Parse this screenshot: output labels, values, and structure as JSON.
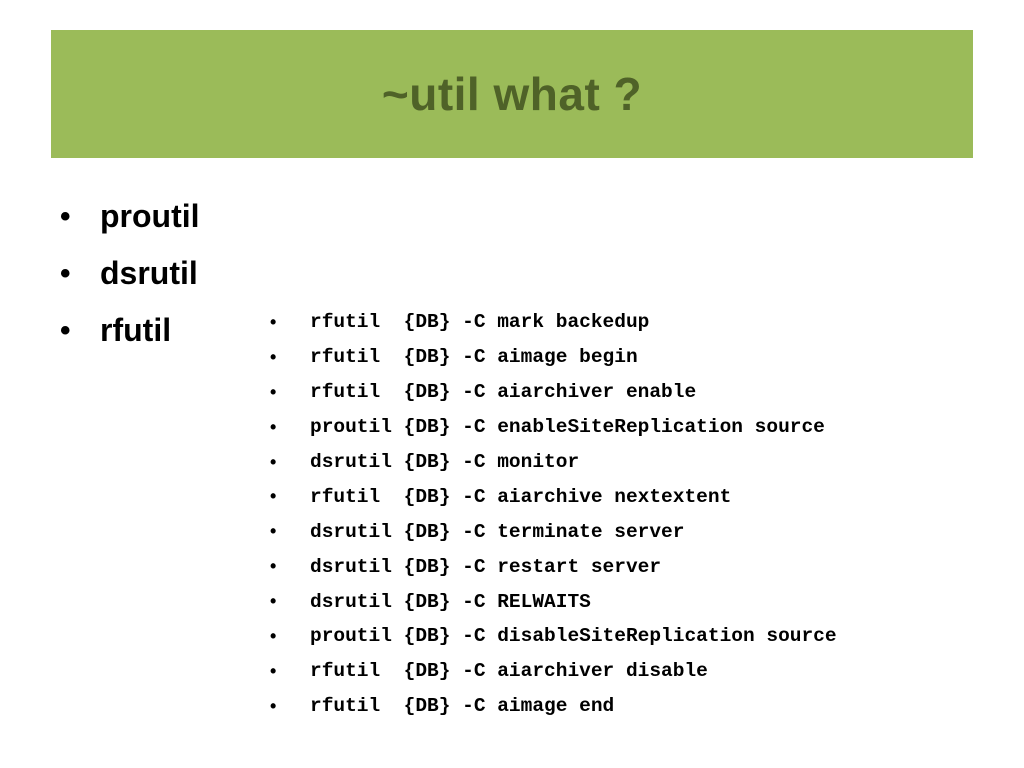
{
  "slide": {
    "title": "~util what ?",
    "title_bar_color": "#9bbb59",
    "title_text_color": "#4f6228",
    "main_items": [
      {
        "bullet": "•",
        "label": "proutil"
      },
      {
        "bullet": "•",
        "label": "dsrutil"
      },
      {
        "bullet": "•",
        "label": "rfutil"
      }
    ],
    "commands": [
      {
        "bullet": "•",
        "text": "rfutil  {DB} -C mark backedup"
      },
      {
        "bullet": "•",
        "text": "rfutil  {DB} -C aimage begin"
      },
      {
        "bullet": "•",
        "text": "rfutil  {DB} -C aiarchiver enable"
      },
      {
        "bullet": "•",
        "text": "proutil {DB} -C enableSiteReplication source"
      },
      {
        "bullet": "•",
        "text": "dsrutil {DB} -C monitor"
      },
      {
        "bullet": "•",
        "text": "rfutil  {DB} -C aiarchive nextextent"
      },
      {
        "bullet": "•",
        "text": "dsrutil {DB} -C terminate server"
      },
      {
        "bullet": "•",
        "text": "dsrutil {DB} -C restart server"
      },
      {
        "bullet": "•",
        "text": "dsrutil {DB} -C RELWAITS"
      },
      {
        "bullet": "•",
        "text": "proutil {DB} -C disableSiteReplication source"
      },
      {
        "bullet": "•",
        "text": "rfutil  {DB} -C aiarchiver disable"
      },
      {
        "bullet": "•",
        "text": "rfutil  {DB} -C aimage end"
      }
    ]
  }
}
